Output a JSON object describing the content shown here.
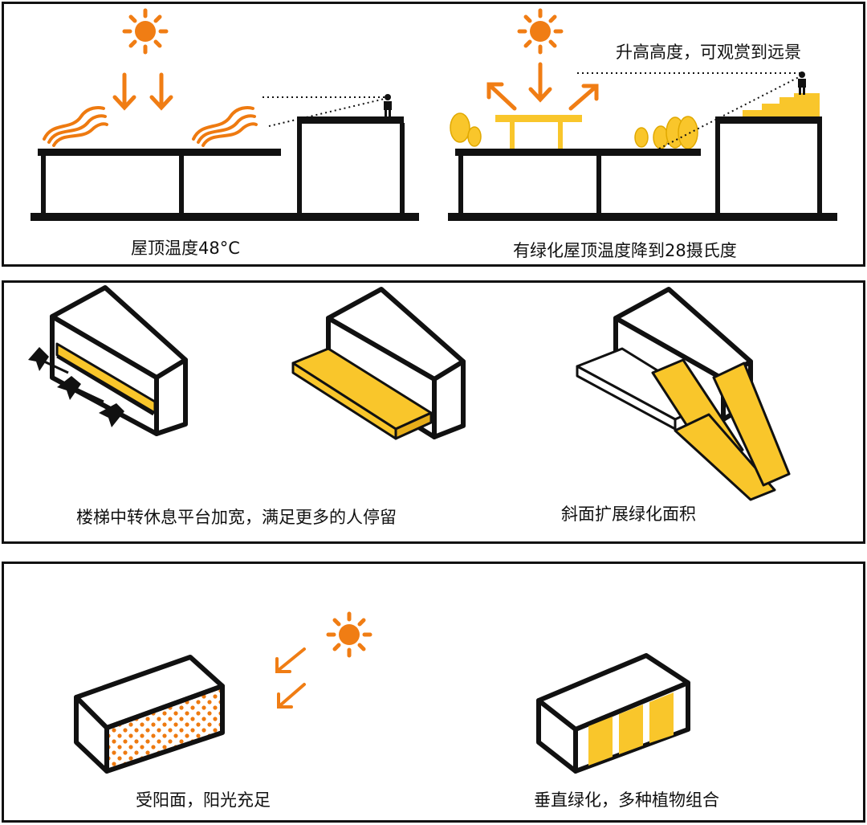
{
  "panel_roof": {
    "caption_left": "屋顶温度48°C",
    "caption_right": "有绿化屋顶温度降到28摄氏度",
    "annotation_view": "升高高度，可观赏到远景"
  },
  "panel_stairs": {
    "caption_left": "楼梯中转休息平台加宽，满足更多的人停留",
    "caption_right": "斜面扩展绿化面积"
  },
  "panel_facade": {
    "caption_left": "受阳面，阳光充足",
    "caption_right": "垂直绿化，多种植物组合"
  },
  "colors": {
    "sun": "#f07d14",
    "heat": "#ee7a10",
    "green_yellow": "#f9c62b",
    "line": "#111111"
  },
  "icons": [
    "sun-icon",
    "heat-wave-icon",
    "arrow-icon",
    "person-icon"
  ]
}
